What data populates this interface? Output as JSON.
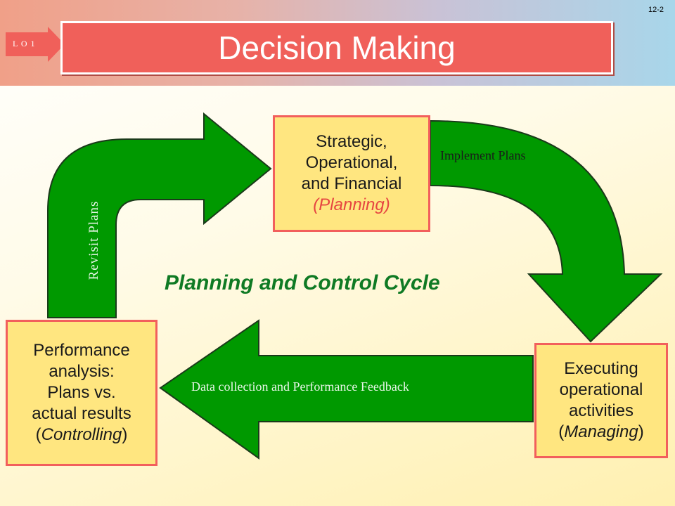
{
  "header": {
    "slide_number": "12-2",
    "lo_tag": "L O 1",
    "title": "Decision Making"
  },
  "colors": {
    "arrow_green": "#009900",
    "box_fill": "#ffe680",
    "box_border": "#f25f5c",
    "title_fill": "#f0605a",
    "cycle_title": "#0f7a24"
  },
  "diagram": {
    "cycle_title": "Planning and Control Cycle",
    "boxes": {
      "planning": {
        "lines": [
          "Strategic,",
          "Operational,",
          "and Financial"
        ],
        "accent": "(Planning)"
      },
      "managing": {
        "lines": [
          "Executing",
          "operational",
          "activities"
        ],
        "accent_open": "(",
        "accent": "Managing",
        "accent_close": ")"
      },
      "controlling": {
        "lines": [
          "Performance",
          "analysis:",
          "Plans vs.",
          "actual results"
        ],
        "accent_open": "(",
        "accent": "Controlling",
        "accent_close": ")"
      }
    },
    "arrows": {
      "implement": "Implement Plans",
      "revisit": "Revisit Plans",
      "feedback": "Data collection and Performance Feedback"
    }
  }
}
